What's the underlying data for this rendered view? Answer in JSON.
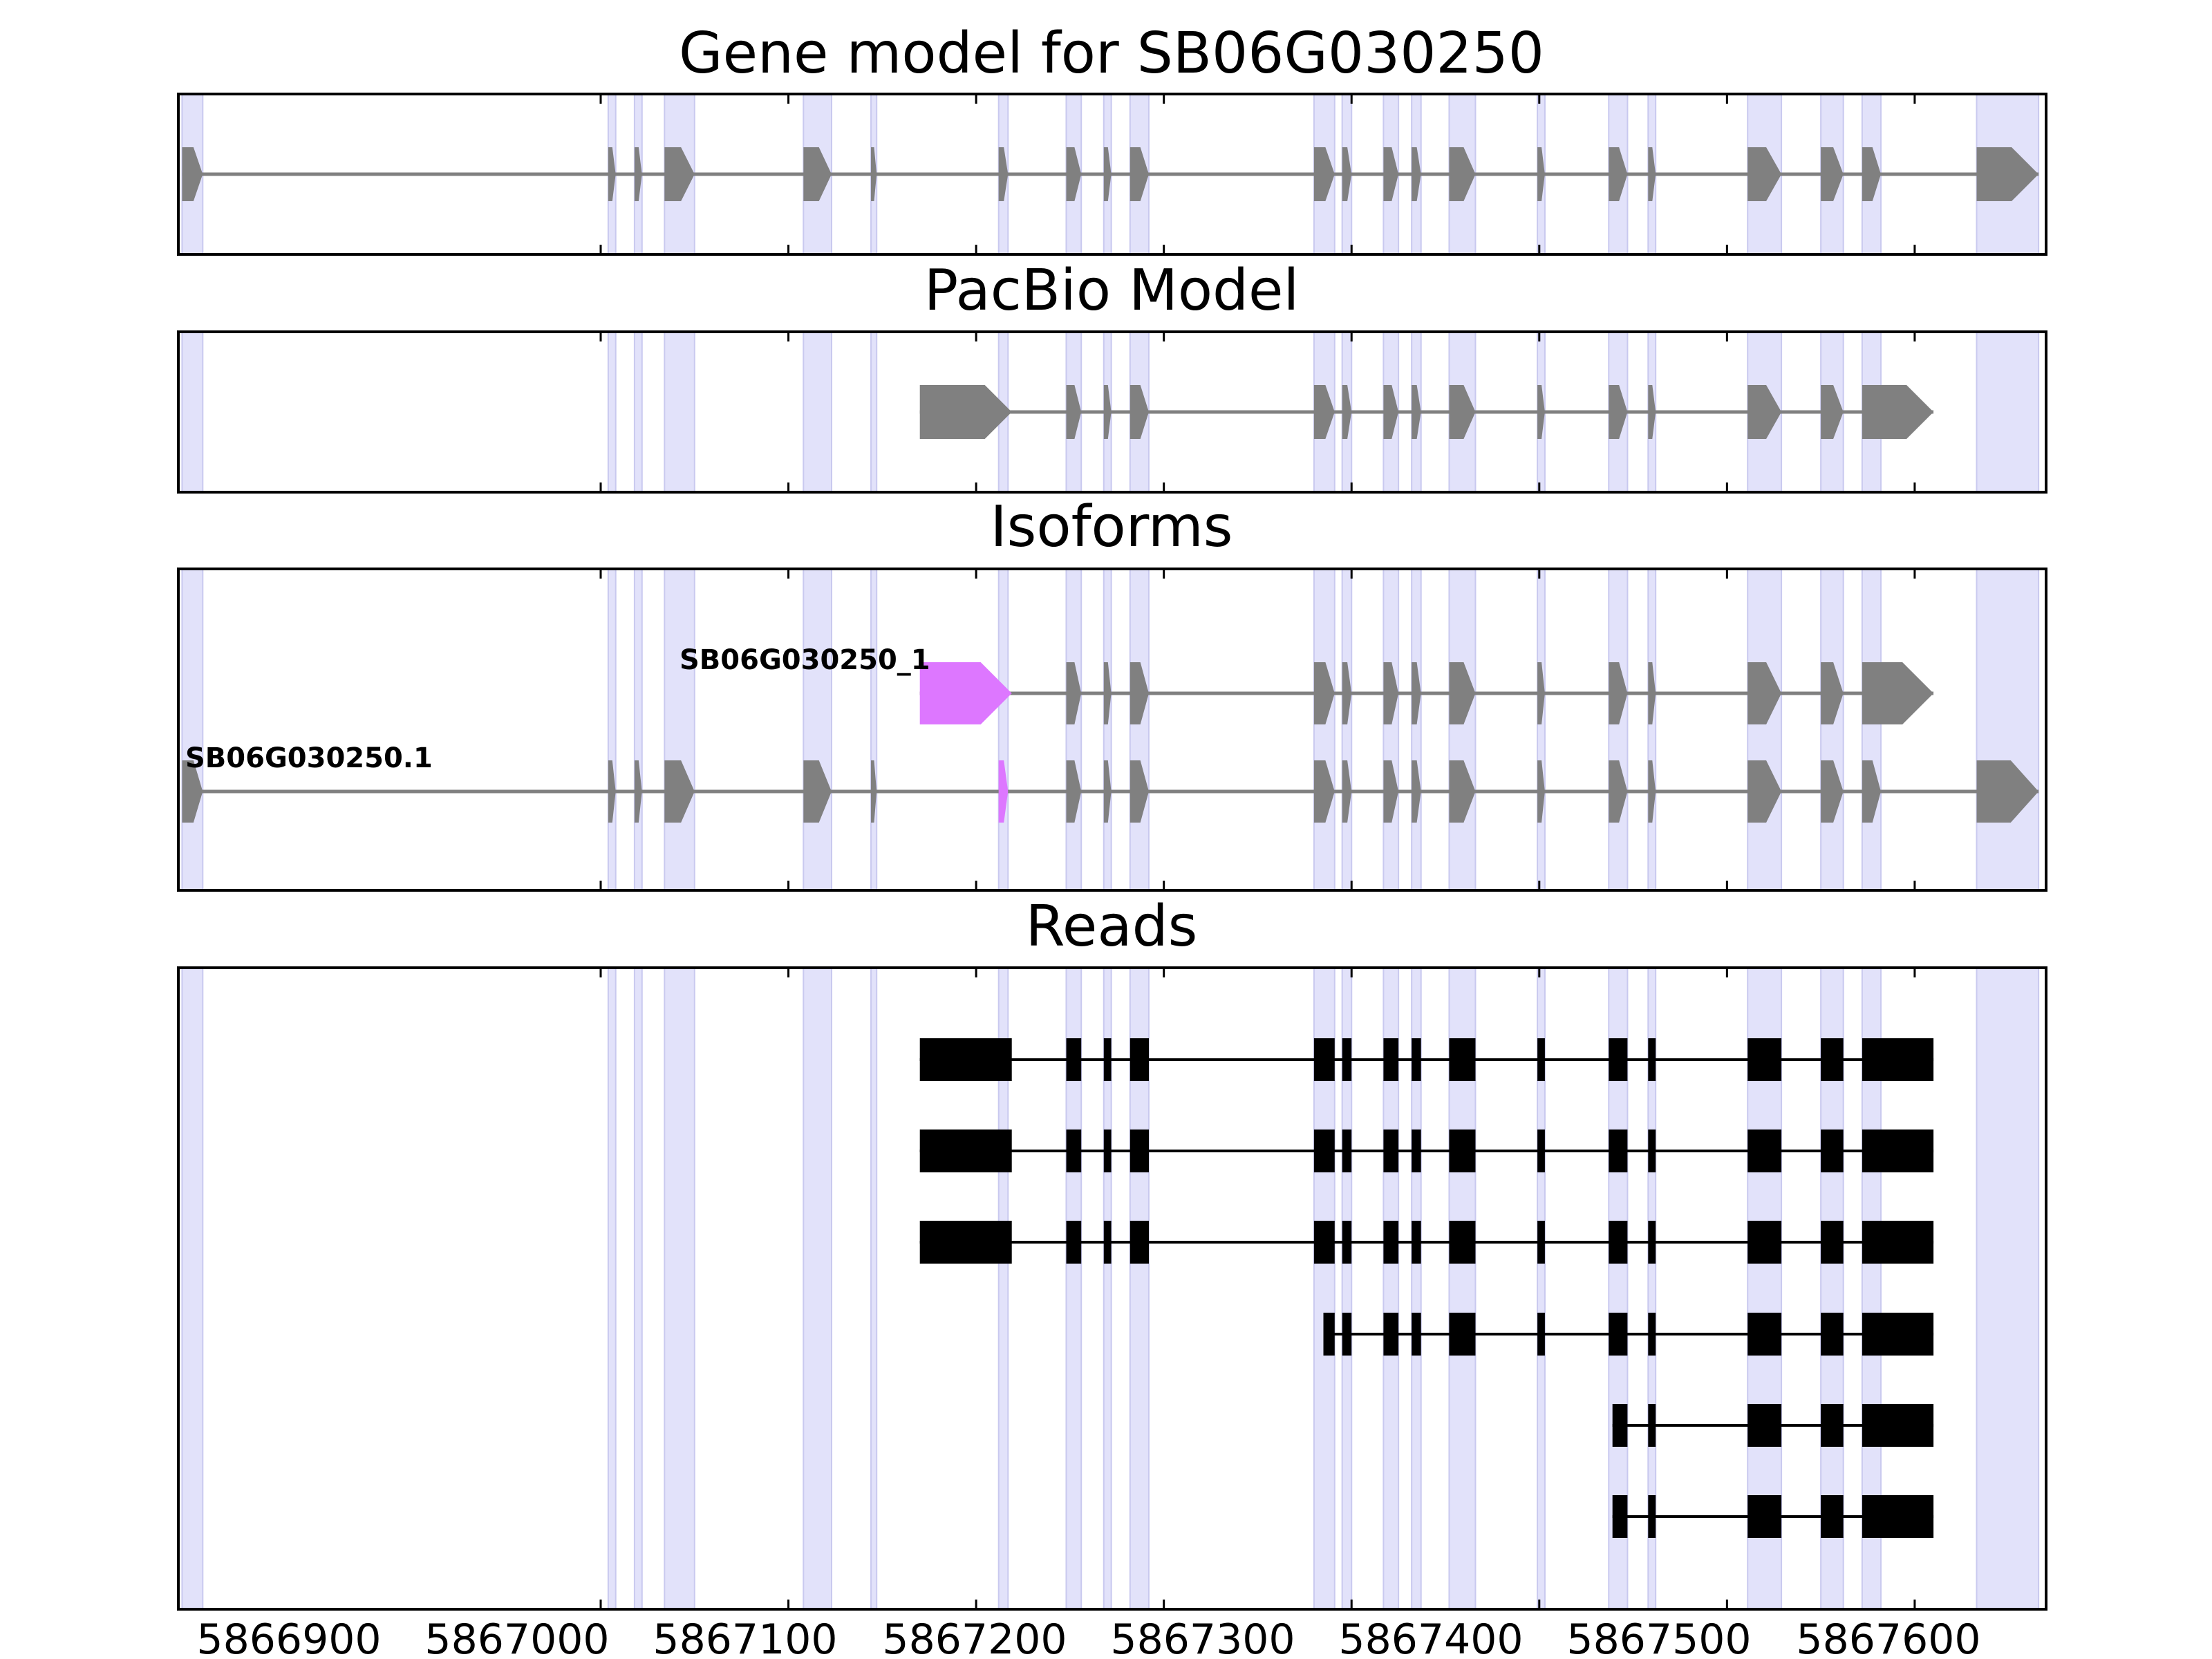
{
  "chart_data": {
    "type": "gene-model",
    "xlim": [
      5866750,
      5876700
    ],
    "xtick_labels": [
      "5866900",
      "5867000",
      "5867100",
      "5867200",
      "5867300",
      "5867400",
      "5867500",
      "5867600"
    ],
    "xtick_values": [
      5869000,
      5870000,
      5871000,
      5872000,
      5873000,
      5874000,
      5875000,
      5876000
    ],
    "colors": {
      "shade": "#e2e2fa",
      "shade_edge": "#c9c9ef",
      "exon": "#808080",
      "highlight": "#dd77ff",
      "read": "#000000",
      "intron": "#808080"
    },
    "shaded_regions": [
      [
        5866770,
        5866880
      ],
      [
        5869040,
        5869080
      ],
      [
        5869180,
        5869220
      ],
      [
        5869340,
        5869500
      ],
      [
        5870080,
        5870230
      ],
      [
        5870440,
        5870470
      ],
      [
        5871120,
        5871170
      ],
      [
        5871480,
        5871560
      ],
      [
        5871680,
        5871720
      ],
      [
        5871820,
        5871920
      ],
      [
        5872800,
        5872910
      ],
      [
        5872950,
        5873000
      ],
      [
        5873170,
        5873250
      ],
      [
        5873320,
        5873370
      ],
      [
        5873520,
        5873660
      ],
      [
        5873990,
        5874030
      ],
      [
        5874370,
        5874470
      ],
      [
        5874580,
        5874620
      ],
      [
        5875110,
        5875290
      ],
      [
        5875500,
        5875620
      ],
      [
        5875720,
        5875820
      ],
      [
        5876330,
        5876660
      ]
    ],
    "panels": [
      {
        "title": "Gene model for SB06G030250",
        "tracks": [
          {
            "strand": "+",
            "exons": [
              [
                5866770,
                5866880
              ],
              [
                5869040,
                5869080
              ],
              [
                5869180,
                5869220
              ],
              [
                5869340,
                5869500
              ],
              [
                5870080,
                5870230
              ],
              [
                5870440,
                5870470
              ],
              [
                5871120,
                5871170
              ],
              [
                5871480,
                5871560
              ],
              [
                5871680,
                5871720
              ],
              [
                5871820,
                5871920
              ],
              [
                5872800,
                5872910
              ],
              [
                5872950,
                5873000
              ],
              [
                5873170,
                5873250
              ],
              [
                5873320,
                5873370
              ],
              [
                5873520,
                5873660
              ],
              [
                5873990,
                5874030
              ],
              [
                5874370,
                5874470
              ],
              [
                5874580,
                5874620
              ],
              [
                5875110,
                5875290
              ],
              [
                5875500,
                5875620
              ],
              [
                5875720,
                5875820
              ],
              [
                5876330,
                5876660
              ]
            ]
          }
        ]
      },
      {
        "title": "PacBio Model",
        "tracks": [
          {
            "strand": "+",
            "exons": [
              [
                5870700,
                5871190
              ],
              [
                5871480,
                5871560
              ],
              [
                5871680,
                5871720
              ],
              [
                5871820,
                5871920
              ],
              [
                5872800,
                5872910
              ],
              [
                5872950,
                5873000
              ],
              [
                5873170,
                5873250
              ],
              [
                5873320,
                5873370
              ],
              [
                5873520,
                5873660
              ],
              [
                5873990,
                5874030
              ],
              [
                5874370,
                5874470
              ],
              [
                5874580,
                5874620
              ],
              [
                5875110,
                5875290
              ],
              [
                5875500,
                5875620
              ],
              [
                5875720,
                5876100
              ]
            ]
          }
        ]
      },
      {
        "title": "Isoforms",
        "tracks": [
          {
            "label": "SB06G030250_1",
            "strand": "+",
            "highlight_exons": [
              0
            ],
            "exons": [
              [
                5870700,
                5871190
              ],
              [
                5871480,
                5871560
              ],
              [
                5871680,
                5871720
              ],
              [
                5871820,
                5871920
              ],
              [
                5872800,
                5872910
              ],
              [
                5872950,
                5873000
              ],
              [
                5873170,
                5873250
              ],
              [
                5873320,
                5873370
              ],
              [
                5873520,
                5873660
              ],
              [
                5873990,
                5874030
              ],
              [
                5874370,
                5874470
              ],
              [
                5874580,
                5874620
              ],
              [
                5875110,
                5875290
              ],
              [
                5875500,
                5875620
              ],
              [
                5875720,
                5876100
              ]
            ]
          },
          {
            "label": "SB06G030250.1",
            "strand": "+",
            "highlight_exons": [
              6
            ],
            "exons": [
              [
                5866770,
                5866880
              ],
              [
                5869040,
                5869080
              ],
              [
                5869180,
                5869220
              ],
              [
                5869340,
                5869500
              ],
              [
                5870080,
                5870230
              ],
              [
                5870440,
                5870470
              ],
              [
                5871120,
                5871170
              ],
              [
                5871480,
                5871560
              ],
              [
                5871680,
                5871720
              ],
              [
                5871820,
                5871920
              ],
              [
                5872800,
                5872910
              ],
              [
                5872950,
                5873000
              ],
              [
                5873170,
                5873250
              ],
              [
                5873320,
                5873370
              ],
              [
                5873520,
                5873660
              ],
              [
                5873990,
                5874030
              ],
              [
                5874370,
                5874470
              ],
              [
                5874580,
                5874620
              ],
              [
                5875110,
                5875290
              ],
              [
                5875500,
                5875620
              ],
              [
                5875720,
                5875820
              ],
              [
                5876330,
                5876660
              ]
            ]
          }
        ]
      },
      {
        "title": "Reads",
        "tracks": [
          {
            "exons": [
              [
                5870700,
                5871190
              ],
              [
                5871480,
                5871560
              ],
              [
                5871680,
                5871720
              ],
              [
                5871820,
                5871920
              ],
              [
                5872800,
                5872910
              ],
              [
                5872950,
                5873000
              ],
              [
                5873170,
                5873250
              ],
              [
                5873320,
                5873370
              ],
              [
                5873520,
                5873660
              ],
              [
                5873990,
                5874030
              ],
              [
                5874370,
                5874470
              ],
              [
                5874580,
                5874620
              ],
              [
                5875110,
                5875290
              ],
              [
                5875500,
                5875620
              ],
              [
                5875720,
                5876100
              ]
            ]
          },
          {
            "exons": [
              [
                5870700,
                5871190
              ],
              [
                5871480,
                5871560
              ],
              [
                5871680,
                5871720
              ],
              [
                5871820,
                5871920
              ],
              [
                5872800,
                5872910
              ],
              [
                5872950,
                5873000
              ],
              [
                5873170,
                5873250
              ],
              [
                5873320,
                5873370
              ],
              [
                5873520,
                5873660
              ],
              [
                5873990,
                5874030
              ],
              [
                5874370,
                5874470
              ],
              [
                5874580,
                5874620
              ],
              [
                5875110,
                5875290
              ],
              [
                5875500,
                5875620
              ],
              [
                5875720,
                5876100
              ]
            ]
          },
          {
            "exons": [
              [
                5870700,
                5871190
              ],
              [
                5871480,
                5871560
              ],
              [
                5871680,
                5871720
              ],
              [
                5871820,
                5871920
              ],
              [
                5872800,
                5872910
              ],
              [
                5872950,
                5873000
              ],
              [
                5873170,
                5873250
              ],
              [
                5873320,
                5873370
              ],
              [
                5873520,
                5873660
              ],
              [
                5873990,
                5874030
              ],
              [
                5874370,
                5874470
              ],
              [
                5874580,
                5874620
              ],
              [
                5875110,
                5875290
              ],
              [
                5875500,
                5875620
              ],
              [
                5875720,
                5876100
              ]
            ]
          },
          {
            "exons": [
              [
                5872850,
                5872910
              ],
              [
                5872950,
                5873000
              ],
              [
                5873170,
                5873250
              ],
              [
                5873320,
                5873370
              ],
              [
                5873520,
                5873660
              ],
              [
                5873990,
                5874030
              ],
              [
                5874370,
                5874470
              ],
              [
                5874580,
                5874620
              ],
              [
                5875110,
                5875290
              ],
              [
                5875500,
                5875620
              ],
              [
                5875720,
                5876100
              ]
            ]
          },
          {
            "exons": [
              [
                5874390,
                5874470
              ],
              [
                5874580,
                5874620
              ],
              [
                5875110,
                5875290
              ],
              [
                5875500,
                5875620
              ],
              [
                5875720,
                5876100
              ]
            ]
          },
          {
            "exons": [
              [
                5874390,
                5874470
              ],
              [
                5874580,
                5874620
              ],
              [
                5875110,
                5875290
              ],
              [
                5875500,
                5875620
              ],
              [
                5875720,
                5876100
              ]
            ]
          }
        ]
      }
    ]
  }
}
